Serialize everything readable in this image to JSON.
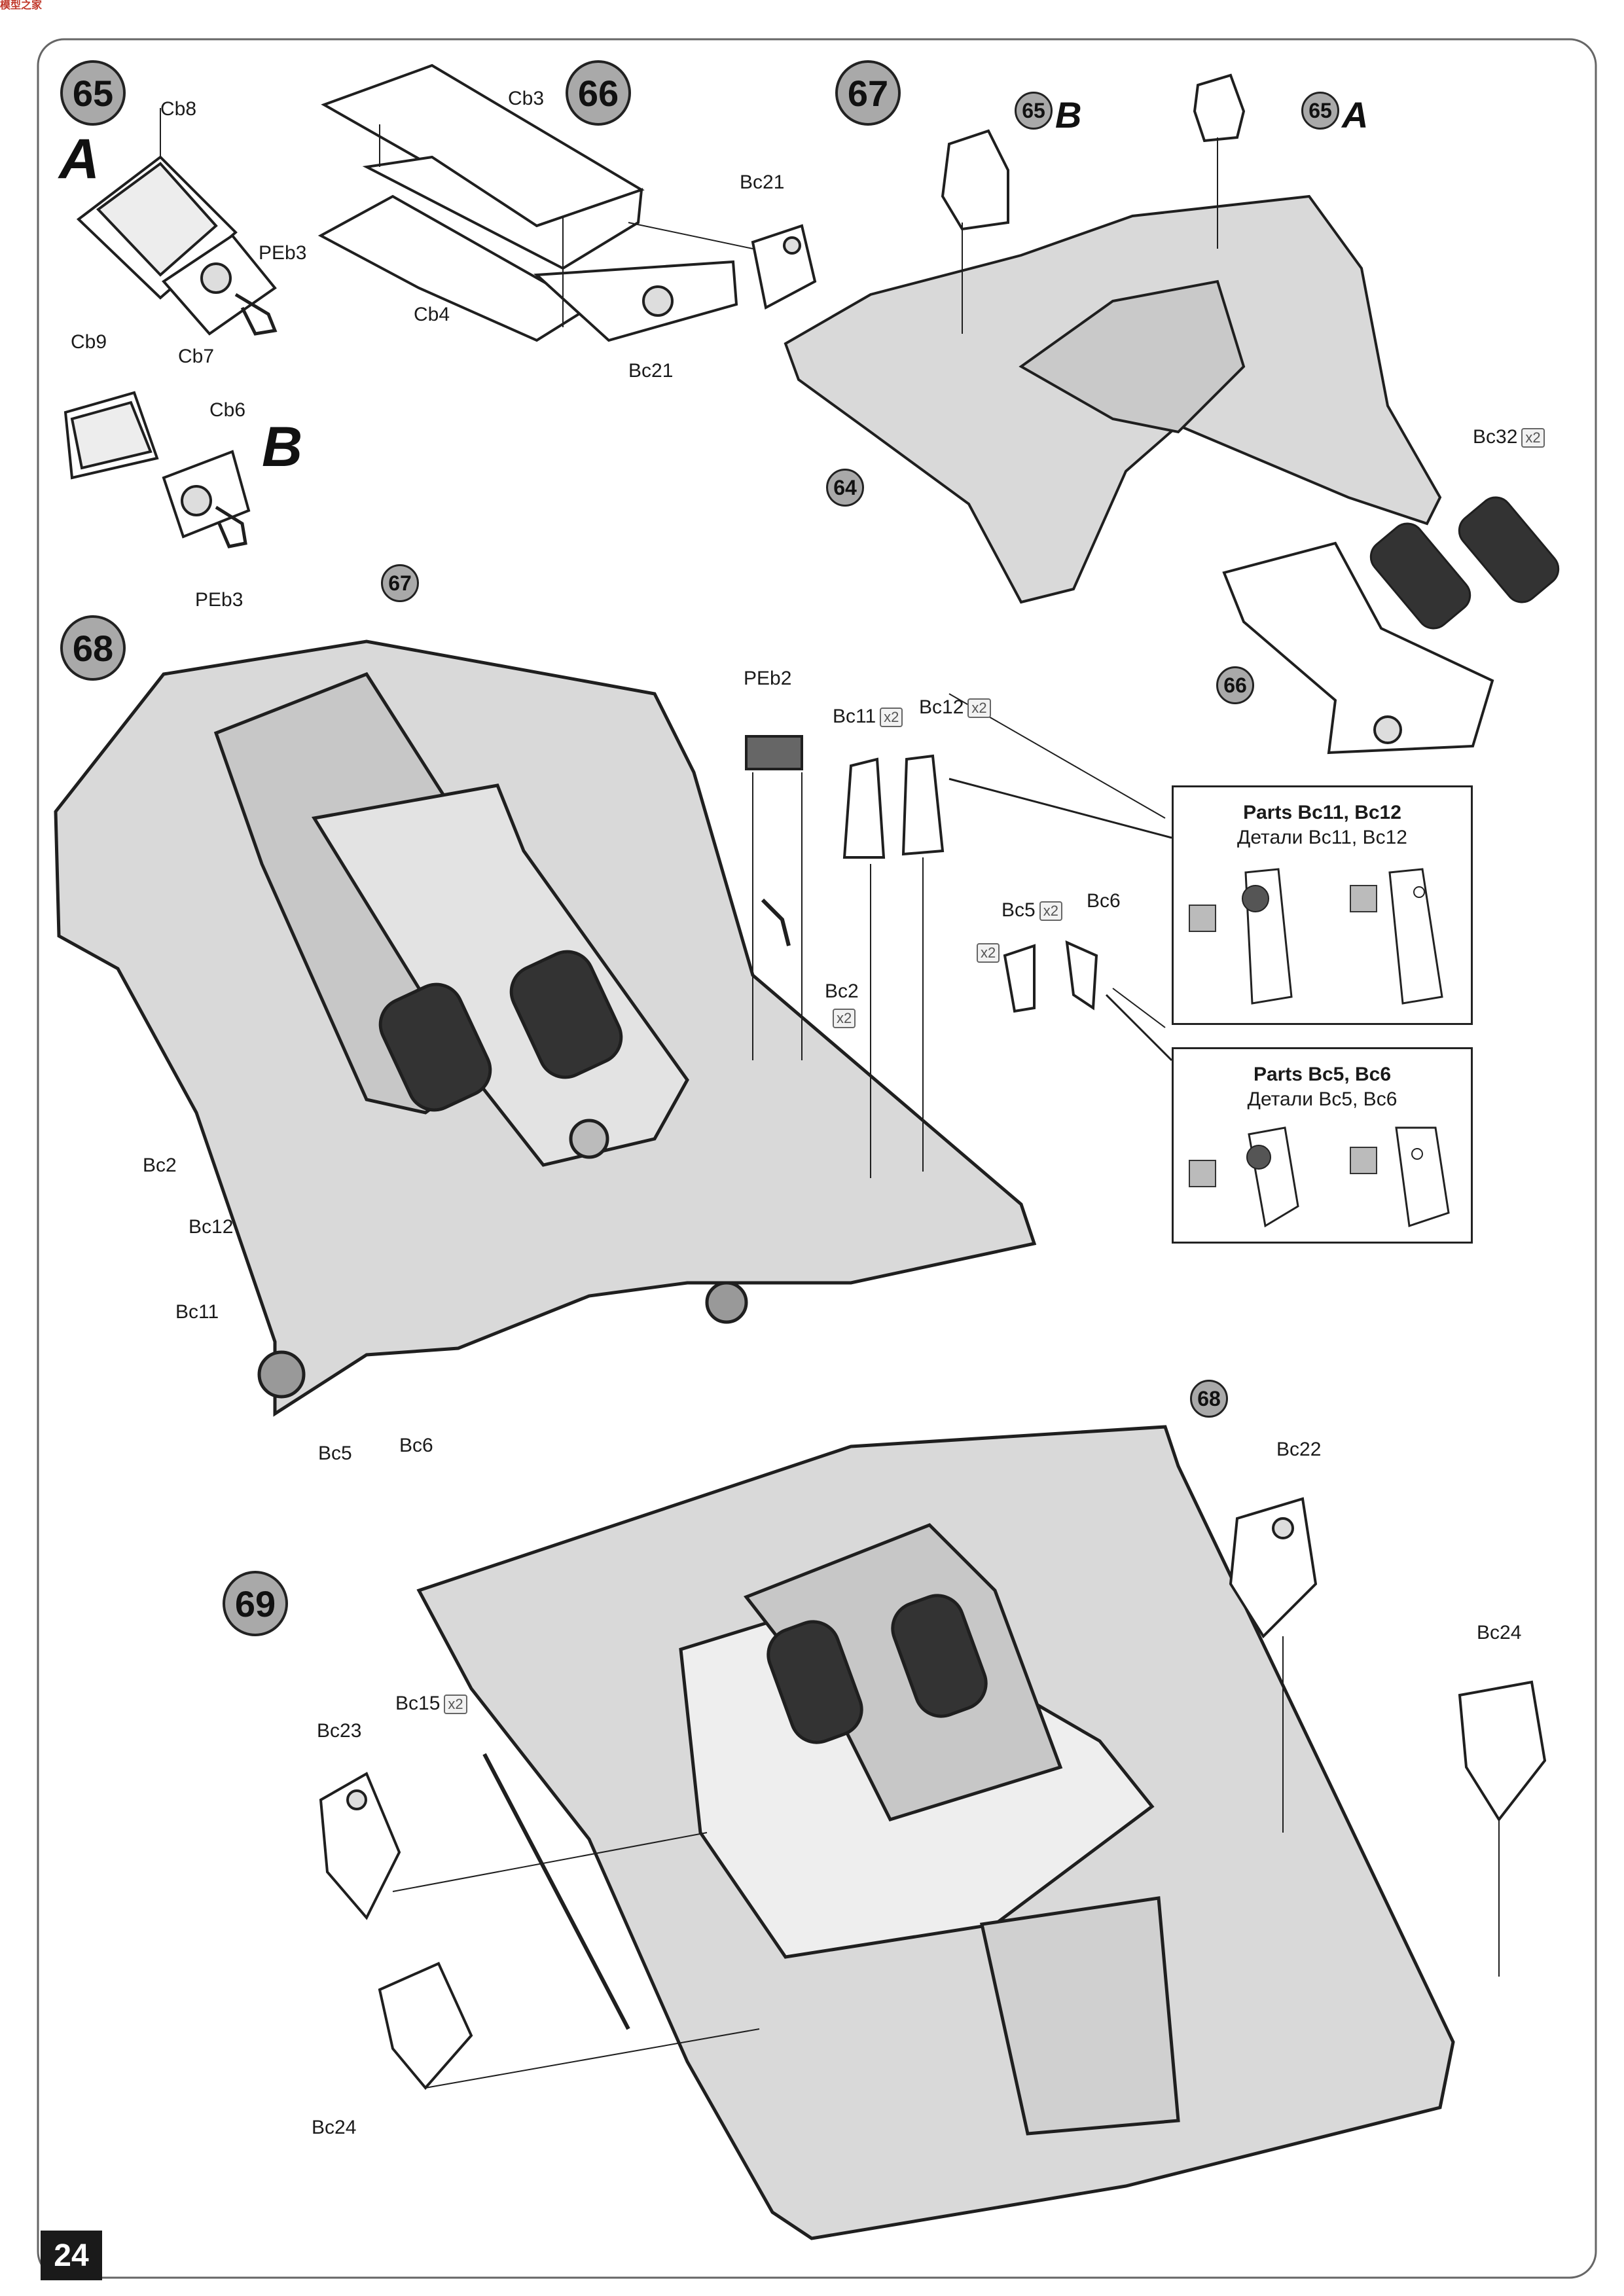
{
  "logo_text": "模型之家",
  "page_number": "24",
  "steps": {
    "s65": {
      "number": "65",
      "variant_a": "A",
      "variant_b": "B",
      "labels": {
        "cb8": "Cb8",
        "peb3_a": "PEb3",
        "cb7": "Cb7",
        "cb9": "Cb9",
        "cb6": "Cb6",
        "peb3_b": "PEb3"
      }
    },
    "s66": {
      "number": "66",
      "labels": {
        "cb3": "Cb3",
        "cb4": "Cb4",
        "bc21_a": "Bc21",
        "bc21_b": "Bc21"
      }
    },
    "s67": {
      "number": "67",
      "refs": {
        "ref65b_num": "65",
        "ref65b_letter": "B",
        "ref65a_num": "65",
        "ref65a_letter": "A",
        "ref64": "64",
        "ref66": "66"
      },
      "labels": {
        "bc32": "Bc32",
        "bc32_count": "x2"
      }
    },
    "s68": {
      "number": "68",
      "refs": {
        "ref67": "67"
      },
      "labels": {
        "peb2": "PEb2",
        "bc11": "Bc11",
        "bc11_count": "x2",
        "bc12": "Bc12",
        "bc12_count": "x2",
        "bc5": "Bc5",
        "bc5_count": "x2",
        "bc5_count2": "x2",
        "bc6": "Bc6",
        "bc2": "Bc2",
        "bc2_count": "x2",
        "left_bc2": "Bc2",
        "left_bc12": "Bc12",
        "left_bc11": "Bc11",
        "left_bc5": "Bc5",
        "left_bc6": "Bc6"
      },
      "callouts": {
        "c1_title": "Parts Bc11, Bc12",
        "c1_sub": "Детали Bc11, Bc12",
        "c2_title": "Parts Bc5, Bc6",
        "c2_sub": "Детали Bc5, Bc6"
      }
    },
    "s69": {
      "number": "69",
      "refs": {
        "ref68": "68"
      },
      "labels": {
        "bc22": "Bc22",
        "bc24_r": "Bc24",
        "bc15": "Bc15",
        "bc15_count": "x2",
        "bc23": "Bc23",
        "bc24_l": "Bc24"
      }
    }
  },
  "colors": {
    "frame": "#d9d9d9",
    "line": "#1f1f1f",
    "step_circle": "#a9a9a9"
  }
}
